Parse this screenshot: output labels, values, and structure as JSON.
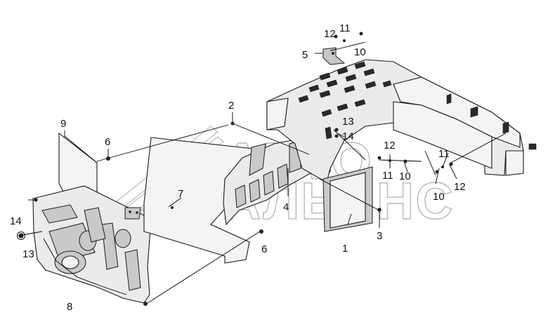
{
  "diagram": {
    "callouts": {
      "c1": "1",
      "c2": "2",
      "c3": "3",
      "c4": "4",
      "c5": "5",
      "c6a": "6",
      "c6b": "6",
      "c7": "7",
      "c8": "8",
      "c9": "9",
      "c10a": "10",
      "c10b": "10",
      "c10c": "10",
      "c11a": "11",
      "c11b": "11",
      "c11c": "11",
      "c12a": "12",
      "c12b": "12",
      "c12c": "12",
      "c13a": "13",
      "c13b": "13",
      "c14a": "14",
      "c14b": "14"
    },
    "watermark": {
      "line1": "АВТО",
      "line2": "АЛЬЯНС"
    }
  }
}
